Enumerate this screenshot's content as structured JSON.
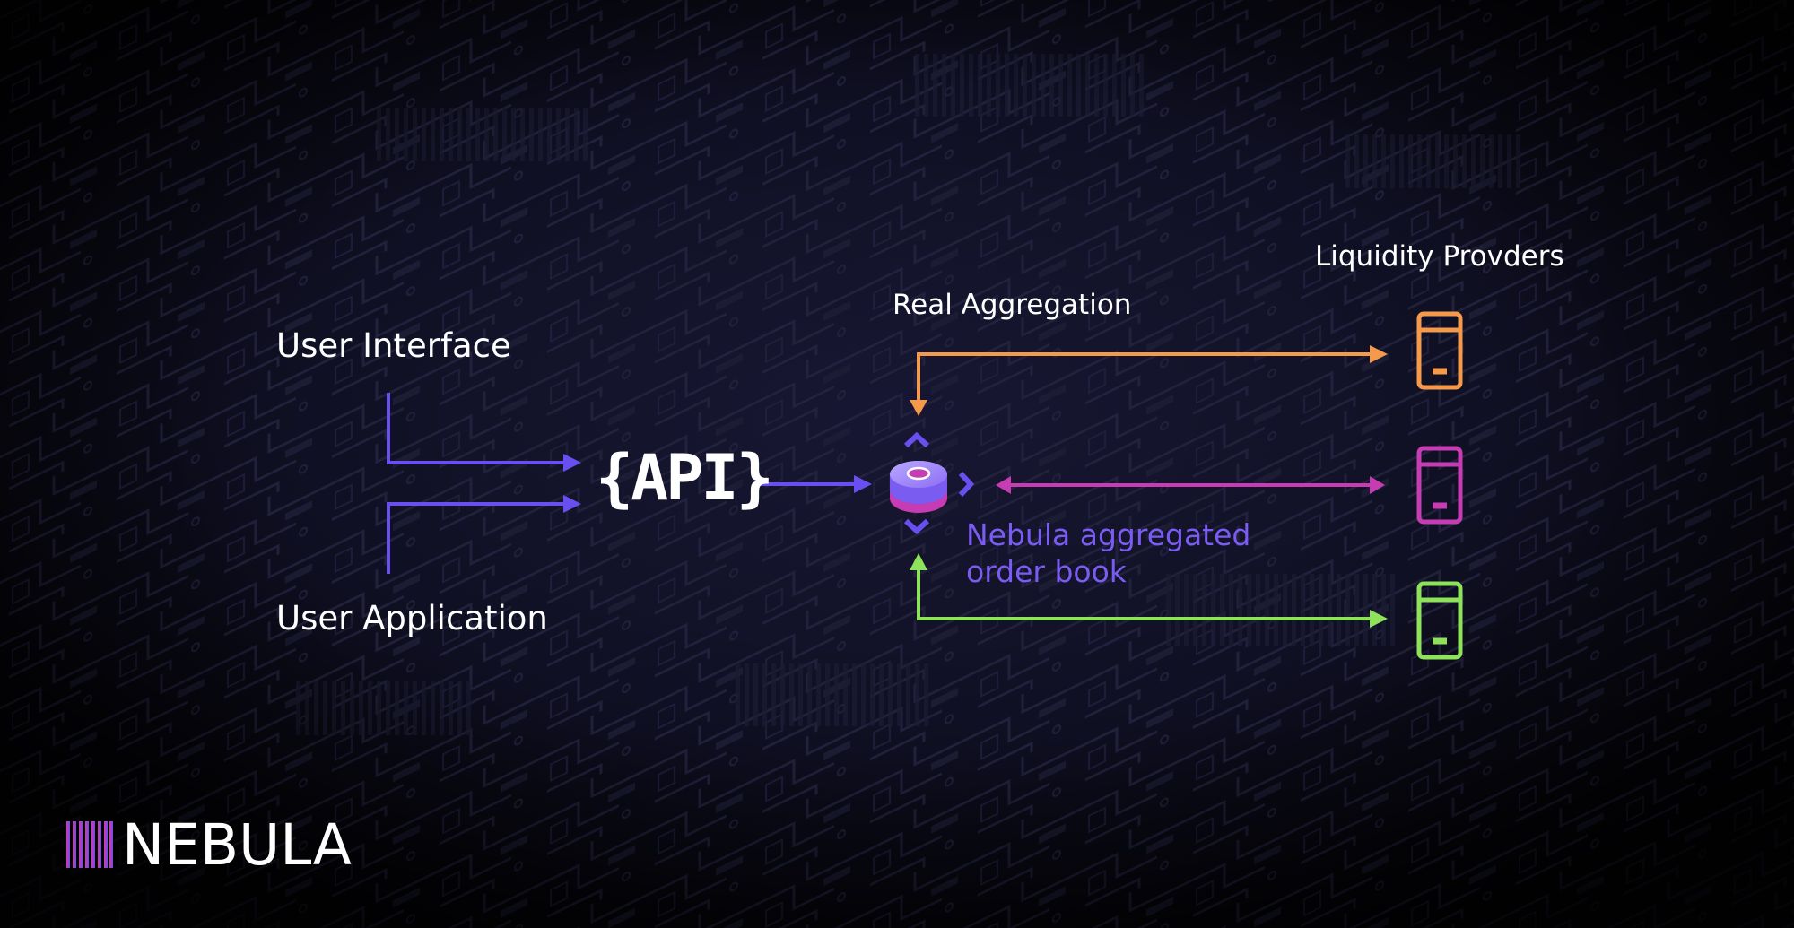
{
  "labels": {
    "user_interface": "User Interface",
    "user_application": "User Application",
    "api": "{API}",
    "real_aggregation": "Real Aggregation",
    "liquidity_providers": "Liquidity Provders",
    "order_book_line1": "Nebula aggregated",
    "order_book_line2": "order book"
  },
  "logo": {
    "text": "NEBULA"
  },
  "colors": {
    "background": "#06060f",
    "flow_purple": "#6a4ff0",
    "provider_orange": "#f59a4a",
    "provider_magenta": "#c63cb3",
    "provider_green": "#8ee35a",
    "order_book_text": "#7b5cf2",
    "text": "#ffffff"
  },
  "icons": {
    "aggregator": "stacked-disc-icon",
    "provider": "server-device-icon"
  },
  "providers": [
    {
      "color": "#f59a4a",
      "link": "one-way to provider, returns to aggregator"
    },
    {
      "color": "#c63cb3",
      "link": "bidirectional"
    },
    {
      "color": "#8ee35a",
      "link": "one-way to provider, returns to aggregator"
    }
  ]
}
